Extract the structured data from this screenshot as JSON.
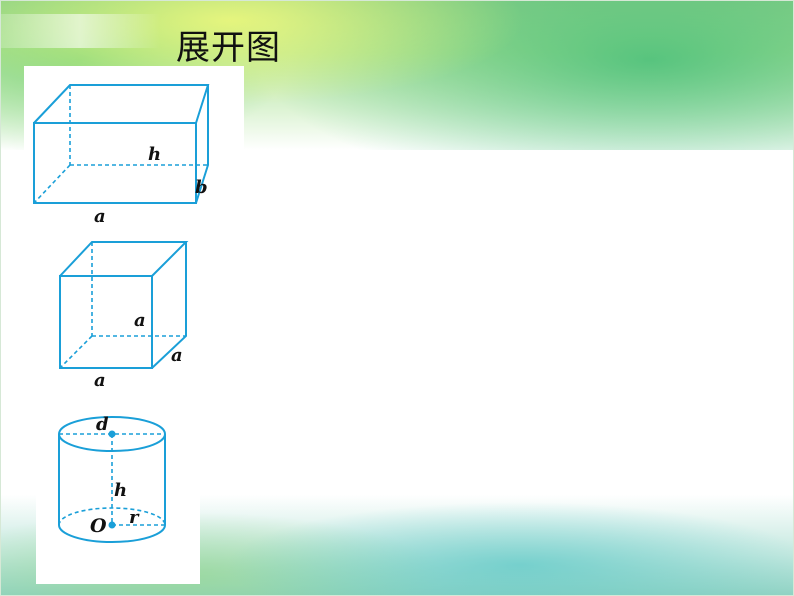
{
  "slide": {
    "title": "展开图"
  },
  "cuboid": {
    "label_h": "h",
    "label_b": "b",
    "label_a": "a"
  },
  "cube": {
    "label_height": "a",
    "label_depth": "a",
    "label_width": "a"
  },
  "cylinder": {
    "label_d": "d",
    "label_h": "h",
    "label_o": "O",
    "label_r": "r"
  },
  "colors": {
    "line": "#1a9fd8",
    "text": "#111111"
  }
}
